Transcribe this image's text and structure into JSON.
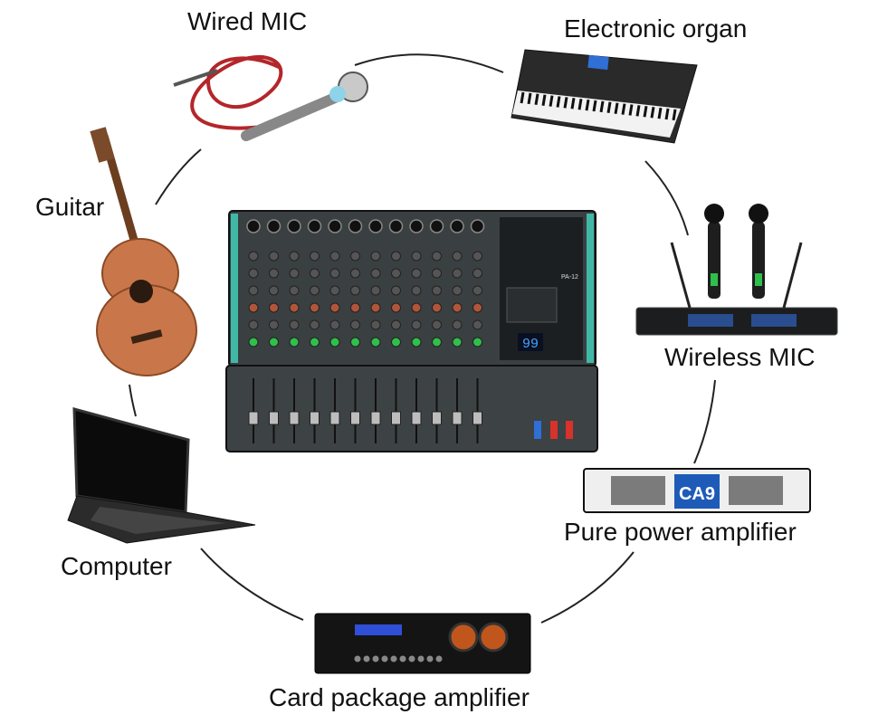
{
  "labels": {
    "wired_mic": "Wired MIC",
    "electronic_organ": "Electronic organ",
    "guitar": "Guitar",
    "wireless_mic": "Wireless MIC",
    "computer": "Computer",
    "pure_power_amplifier": "Pure power amplifier",
    "card_package_amplifier": "Card package amplifier"
  },
  "mixer": {
    "model_badge": "PA-12",
    "display_value": "99",
    "channel_count": 12
  },
  "amplifier": {
    "badge": "CA9"
  },
  "colors": {
    "ring": "#222222",
    "mixer_body": "#3a3f42",
    "mixer_dark": "#1c1f21",
    "accent_green": "#2fbf4a",
    "accent_red": "#d8322b",
    "accent_blue": "#2f6fd6",
    "guitar_wood": "#c9774a",
    "cable_red": "#b3262a"
  }
}
